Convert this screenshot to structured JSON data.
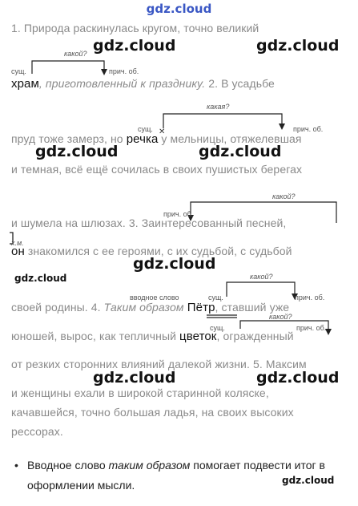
{
  "header": "gdz.cloud",
  "watermark": "gdz.cloud",
  "labels": {
    "kakoy": "какой?",
    "kakaya": "какая?",
    "sush": "сущ.",
    "prich_ob": "прич. об.",
    "vvodnoe_slovo": "вводное слово",
    "x_m": "х.м."
  },
  "lines": {
    "l1": "1. Природа раскинулась кругом, точно великий",
    "l2_noun": "храм",
    "l2_rest": ", приготовленный к празднику.",
    "l2_tail": " 2. В усадьбе",
    "l3a": "пруд тоже замерз, но ",
    "l3_noun": "речка",
    "l3b": " у мельницы, отяжелевшая",
    "l4": "и темная, всё ещё сочилась в своих пушистых берегах",
    "l5": "и шумела на шлюзах. 3. Заинтересованный песней,",
    "l6_pron": "он",
    "l6_rest": " знакомился с ее героями, с их судьбой, с судьбой",
    "l7a": "своей родины. 4. ",
    "l7_intro": "Таким образом",
    "l7_noun": " Пётр",
    "l7b": ", ставший уже",
    "l8a": "юношей, вырос, как тепличный ",
    "l8_noun": "цветок",
    "l8b": ", огражденный",
    "l9": "от резких сторонних влияний далекой жизни. 5. Максим",
    "l10": "и женщины ехали в широкой старинной коляске,",
    "l11": "качавшейся, точно большая ладья, на своих высоких",
    "l12": "рессорах."
  },
  "bullet": {
    "before": "Вводное слово ",
    "italic": "таким образом",
    "after": " помогает подвести итог в оформлении мысли."
  }
}
